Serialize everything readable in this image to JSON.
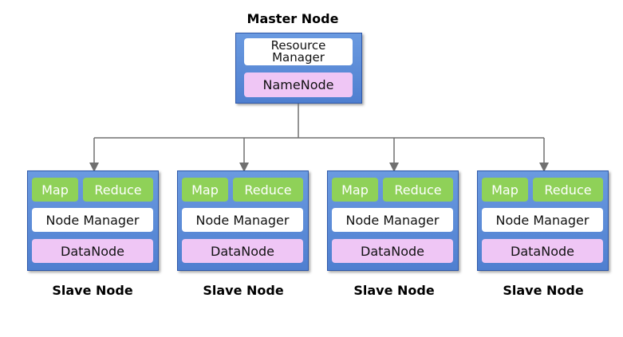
{
  "master": {
    "title": "Master Node",
    "resource_manager": "Resource\nManager",
    "namenode": "NameNode"
  },
  "slaves": [
    {
      "map": "Map",
      "reduce": "Reduce",
      "node_manager": "Node Manager",
      "datanode": "DataNode",
      "label": "Slave Node"
    },
    {
      "map": "Map",
      "reduce": "Reduce",
      "node_manager": "Node Manager",
      "datanode": "DataNode",
      "label": "Slave Node"
    },
    {
      "map": "Map",
      "reduce": "Reduce",
      "node_manager": "Node Manager",
      "datanode": "DataNode",
      "label": "Slave Node"
    },
    {
      "map": "Map",
      "reduce": "Reduce",
      "node_manager": "Node Manager",
      "datanode": "DataNode",
      "label": "Slave Node"
    }
  ],
  "colors": {
    "node_blue": "#5b8ed8",
    "green": "#8fd158",
    "violet": "#efc6f5",
    "connector": "#707070"
  }
}
